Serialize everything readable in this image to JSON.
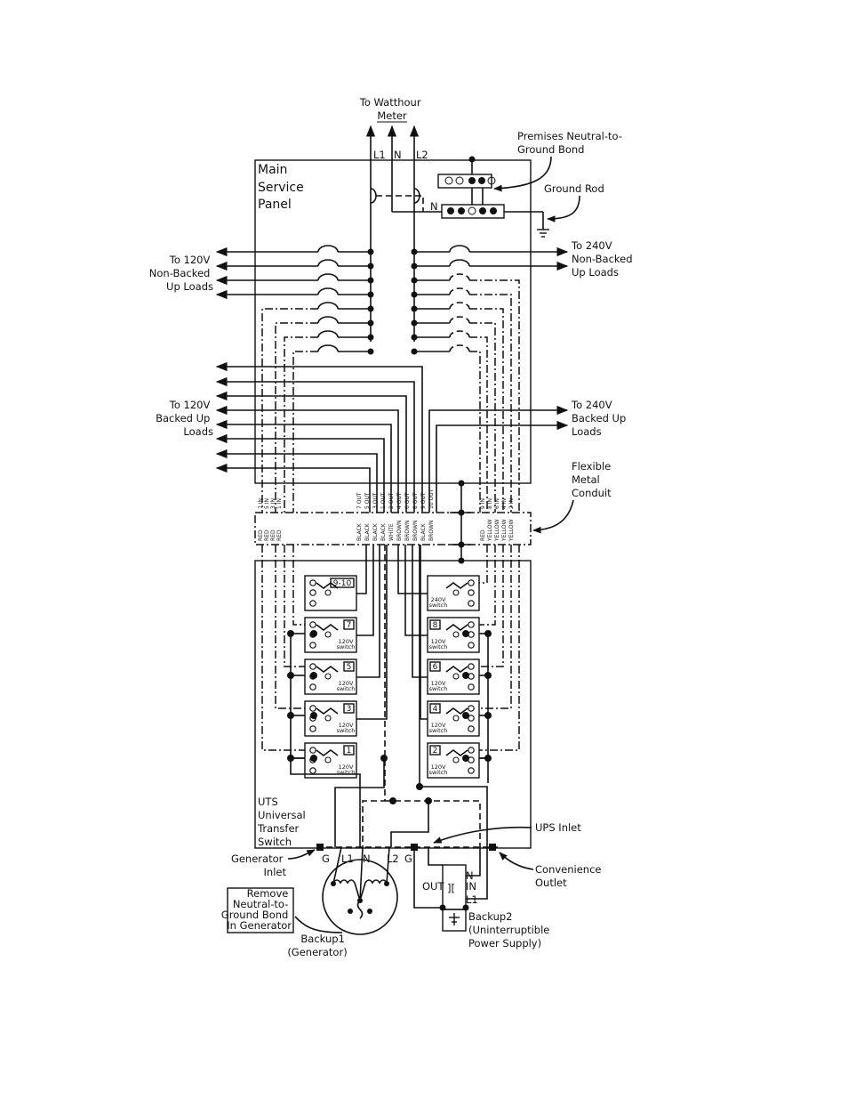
{
  "labels": {
    "watthour": [
      "To Watthour",
      "Meter"
    ],
    "l1": "L1",
    "n": "N",
    "l2": "L2",
    "main_panel": [
      "Main",
      "Service",
      "Panel"
    ],
    "bond": [
      "Premises Neutral-to-",
      "Ground Bond"
    ],
    "ground_rod": "Ground Rod",
    "nonbacked_120": [
      "To 120V",
      "Non-Backed",
      "Up Loads"
    ],
    "nonbacked_240": [
      "To 240V",
      "Non-Backed",
      "Up Loads"
    ],
    "backed_120": [
      "To 120V",
      "Backed Up",
      "Loads"
    ],
    "backed_240": [
      "To 240V",
      "Backed Up",
      "Loads"
    ],
    "conduit": [
      "Flexible",
      "Metal",
      "Conduit"
    ],
    "uts": [
      "UTS",
      "Universal",
      "Transfer",
      "Switch"
    ],
    "gen_inlet": [
      "Generator",
      "Inlet"
    ],
    "ups_inlet": "UPS Inlet",
    "conv_outlet": [
      "Convenience",
      "Outlet"
    ],
    "remove_bond": [
      "Remove",
      "Neutral-to-",
      "Ground Bond",
      "In Generator"
    ],
    "backup1": [
      "Backup1",
      "(Generator)"
    ],
    "backup2": [
      "Backup2",
      "(Uninterruptible",
      "Power Supply)"
    ],
    "gen_terms": [
      "G",
      "L1",
      "N",
      "L2"
    ],
    "ups_g": "G",
    "ups_out": "OUT",
    "ups_in": "IN",
    "ups_n": "N",
    "ups_l1": "L1",
    "neutral_bar": "N"
  },
  "switches_left": [
    {
      "num": "9-10",
      "type": ""
    },
    {
      "num": "7",
      "type": "120V switch"
    },
    {
      "num": "5",
      "type": "120V switch"
    },
    {
      "num": "3",
      "type": "120V switch"
    },
    {
      "num": "1",
      "type": "120V switch"
    }
  ],
  "switches_right": [
    {
      "num": "",
      "type": "240V switch"
    },
    {
      "num": "8",
      "type": "120V switch"
    },
    {
      "num": "6",
      "type": "120V switch"
    },
    {
      "num": "4",
      "type": "120V switch"
    },
    {
      "num": "2",
      "type": "120V switch"
    }
  ],
  "wire_labels_top_left": [
    "7 IN",
    "5 IN",
    "3 IN",
    "1 IN"
  ],
  "wire_labels_bottom_left": [
    "RED",
    "RED",
    "RED",
    "RED"
  ],
  "wire_labels_top_mid": [
    "7 OUT",
    "5 OUT",
    "3 OUT",
    "1 OUT",
    "2 OUT",
    "4 OUT",
    "6 OUT",
    "8 OUT",
    "9 OUT",
    "10 OUT"
  ],
  "wire_labels_bottom_mid": [
    "BLACK",
    "BLACK",
    "BLACK",
    "BLACK",
    "WHITE",
    "BROWN",
    "BROWN",
    "BROWN",
    "BLACK",
    "BROWN"
  ],
  "wire_labels_top_right": [
    "9 IN",
    "8 IN",
    "6 IN",
    "4 IN",
    "2 IN"
  ],
  "wire_labels_bottom_right": [
    "RED",
    "YELLOW",
    "YELLOW",
    "YELLOW",
    "YELLOW"
  ]
}
